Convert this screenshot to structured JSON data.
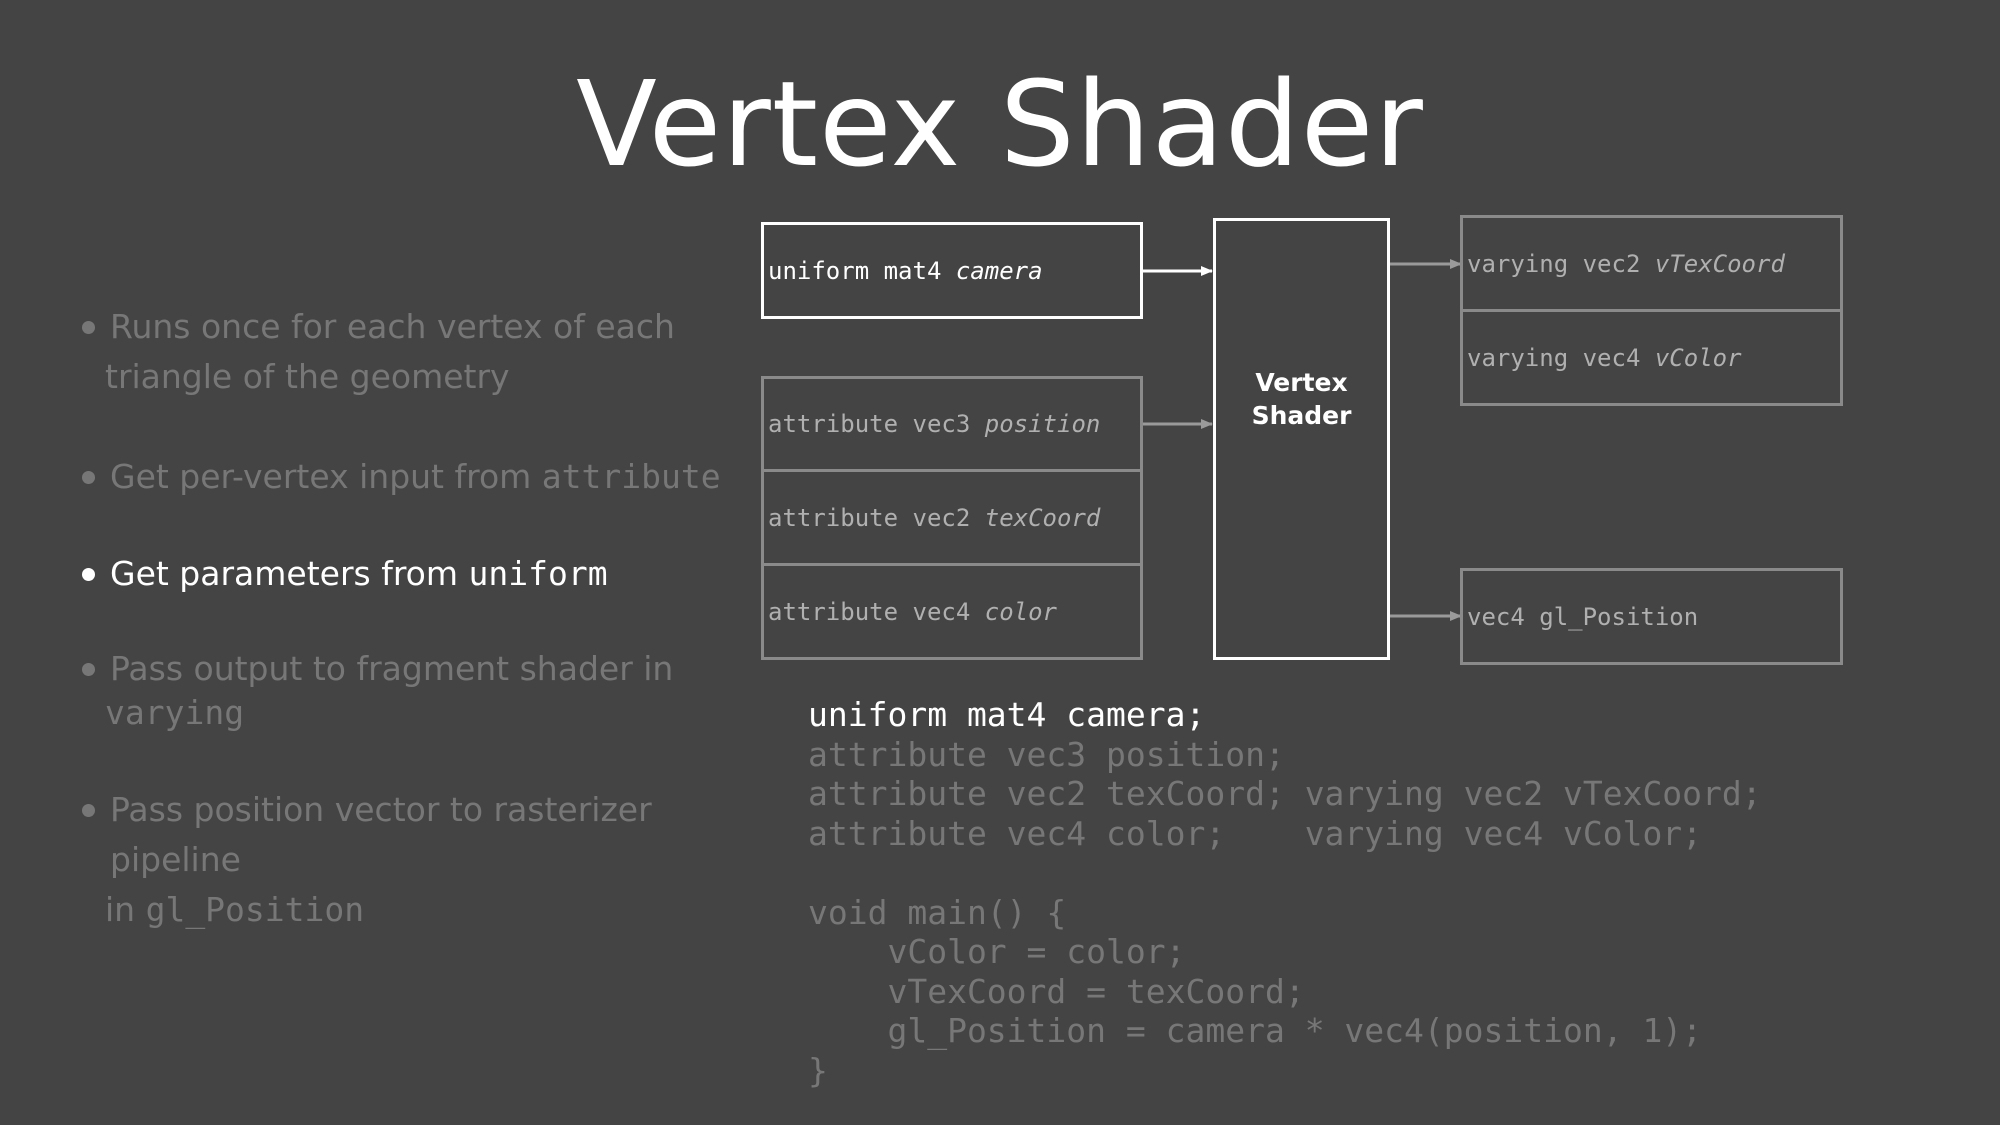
{
  "title": "Vertex Shader",
  "bullets": [
    {
      "text": "Runs once for each vertex of each",
      "cont": "triangle of the geometry",
      "code": "",
      "active": false
    },
    {
      "text": "Get per-vertex input from ",
      "cont": "",
      "code": "attribute",
      "active": false
    },
    {
      "text": "Get parameters from ",
      "cont": "",
      "code": "uniform",
      "active": true
    },
    {
      "text": "Pass output to fragment shader in",
      "cont": "",
      "code2": "varying",
      "active": false
    },
    {
      "text": "Pass position vector to rasterizer pipeline",
      "cont": "in ",
      "code2": "gl_Position",
      "active": false
    }
  ],
  "diagram": {
    "uniform_box": {
      "prefix": "uniform mat4 ",
      "name": "camera"
    },
    "attribute_boxes": [
      {
        "prefix": "attribute vec3 ",
        "name": "position"
      },
      {
        "prefix": "attribute vec2 ",
        "name": "texCoord"
      },
      {
        "prefix": "attribute vec4 ",
        "name": "color"
      }
    ],
    "shader_label": "Vertex\nShader",
    "varying_boxes": [
      {
        "prefix": "varying vec2 ",
        "name": "vTexCoord"
      },
      {
        "prefix": "varying vec4 ",
        "name": "vColor"
      }
    ],
    "position_box": {
      "prefix": "vec4 gl_Position",
      "name": ""
    }
  },
  "code_lines": [
    {
      "text": "uniform mat4 camera;",
      "highlight": true
    },
    {
      "text": "attribute vec3 position;",
      "highlight": false
    },
    {
      "text": "attribute vec2 texCoord; varying vec2 vTexCoord;",
      "highlight": false
    },
    {
      "text": "attribute vec4 color;    varying vec4 vColor;",
      "highlight": false
    },
    {
      "text": "",
      "highlight": false
    },
    {
      "text": "void main() {",
      "highlight": false
    },
    {
      "text": "    vColor = color;",
      "highlight": false
    },
    {
      "text": "    vTexCoord = texCoord;",
      "highlight": false
    },
    {
      "text": "    gl_Position = camera * vec4(position, 1);",
      "highlight": false
    },
    {
      "text": "}",
      "highlight": false
    }
  ],
  "colors": {
    "background": "#444444",
    "active_text": "#ffffff",
    "inactive_text": "#777777",
    "box_border": "#8a8a8a"
  }
}
